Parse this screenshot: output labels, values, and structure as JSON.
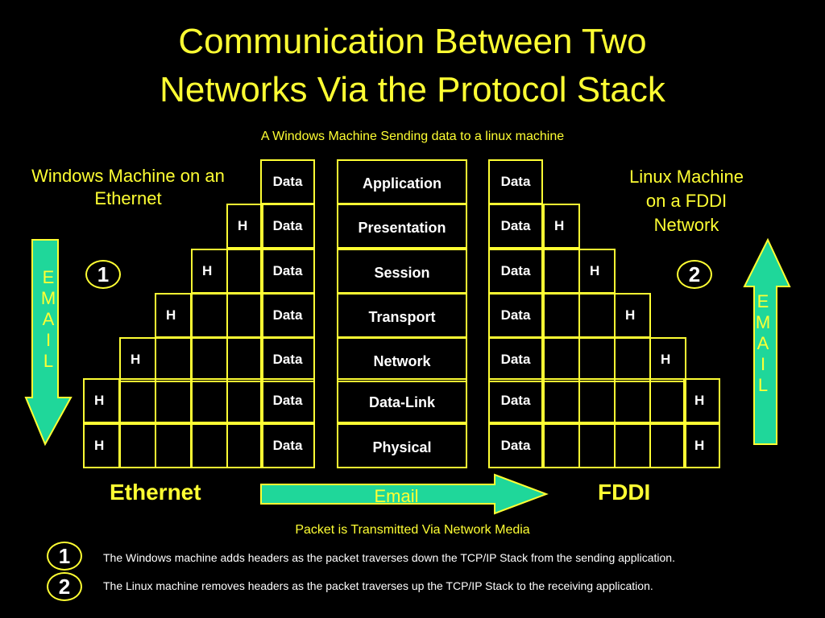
{
  "title_line1": "Communication Between Two",
  "title_line2": "Networks Via the Protocol Stack",
  "subtitle": "A Windows Machine Sending data to a linux machine",
  "left_label": [
    "Windows Machine on an",
    "Ethernet"
  ],
  "right_label": [
    "Linux Machine",
    "on a FDDI",
    "Network"
  ],
  "layers": [
    "Application",
    "Presentation",
    "Session",
    "Transport",
    "Network",
    "Data-Link",
    "Physical"
  ],
  "data_label": "Data",
  "header_label": "H",
  "email_letters": [
    "E",
    "M",
    "A",
    "I",
    "L"
  ],
  "badge1": "1",
  "badge2": "2",
  "ethernet": "Ethernet",
  "fddi": "FDDI",
  "email_arrow": "Email",
  "transmit_caption": "Packet is Transmitted Via Network Media",
  "legend1": "The Windows machine adds headers as the packet traverses down the TCP/IP Stack from the sending application.",
  "legend2": "The Linux machine removes headers as the packet traverses up the TCP/IP Stack to the receiving application.",
  "colors": {
    "background": "#000000",
    "outline": "#ffff33",
    "arrow_fill": "#1fd79a",
    "arrow_stroke": "#ffff33"
  }
}
